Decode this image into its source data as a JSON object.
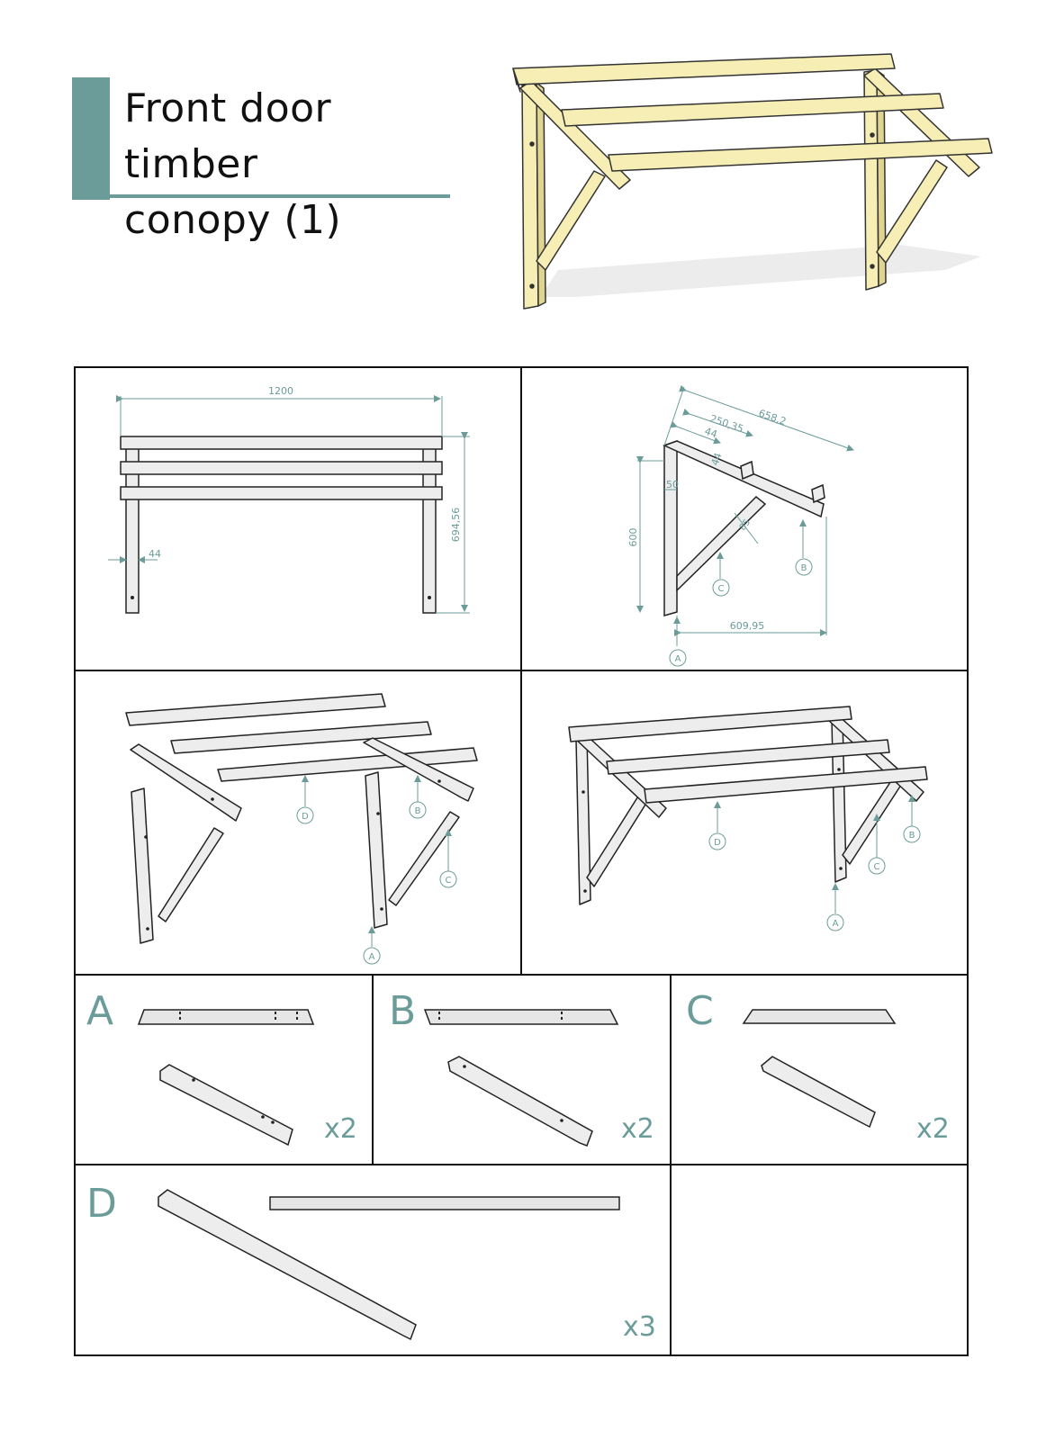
{
  "title": {
    "line1": "Front door timber",
    "line2": "conopy (1)"
  },
  "colors": {
    "accent": "#6b9c99",
    "timber": "#f6eeb4",
    "timber_dark": "#e0d590",
    "line": "#222222",
    "part_fill": "#e6e6e6"
  },
  "panel_side": {
    "dim_width": "1200",
    "dim_height": "694,56",
    "dim_post": "44"
  },
  "panel_bracket": {
    "dim_658": "658,2",
    "dim_250": "250,35",
    "dim_44a": "44",
    "dim_44b": "44",
    "dim_50": "50",
    "dim_600": "600",
    "dim_brace": "85",
    "dim_609": "609,95",
    "callout_a": "A",
    "callout_b": "B",
    "callout_c": "C"
  },
  "panel_exploded": {
    "callout_a": "A",
    "callout_b": "B",
    "callout_c": "C",
    "callout_d": "D"
  },
  "panel_assembled": {
    "callout_a": "A",
    "callout_b": "B",
    "callout_c": "C",
    "callout_d": "D"
  },
  "parts": [
    {
      "letter": "A",
      "qty": "x2"
    },
    {
      "letter": "B",
      "qty": "x2"
    },
    {
      "letter": "C",
      "qty": "x2"
    },
    {
      "letter": "D",
      "qty": "x3"
    }
  ]
}
